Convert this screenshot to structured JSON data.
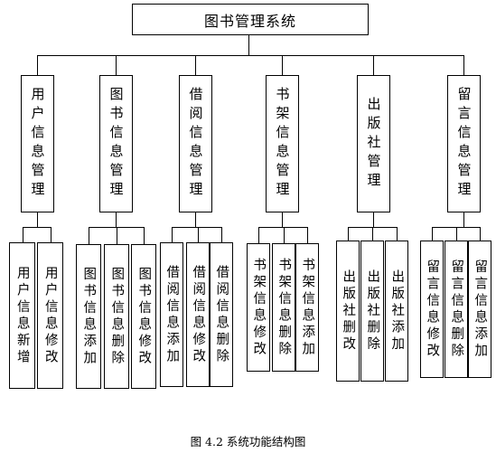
{
  "root": {
    "label": "图书管理系统"
  },
  "modules": [
    {
      "label": "用户信息管理",
      "children": [
        "用户信息新增",
        "用户信息修改"
      ]
    },
    {
      "label": "图书信息管理",
      "children": [
        "图书信息添加",
        "图书信息删除",
        "图书信息修改"
      ]
    },
    {
      "label": "借阅信息管理",
      "children": [
        "借阅信息添加",
        "借阅信息修改",
        "借阅信息删除"
      ]
    },
    {
      "label": "书架信息管理",
      "children": [
        "书架信息修改",
        "书架信息删除",
        "书架信息添加"
      ]
    },
    {
      "label": "出版社管理",
      "children": [
        "出版社删改",
        "出版社删除",
        "出版社添加"
      ]
    },
    {
      "label": "留言信息管理",
      "children": [
        "留言信息修改",
        "留言信息删除",
        "留言信息添加"
      ]
    }
  ],
  "caption": "图 4.2  系统功能结构图"
}
